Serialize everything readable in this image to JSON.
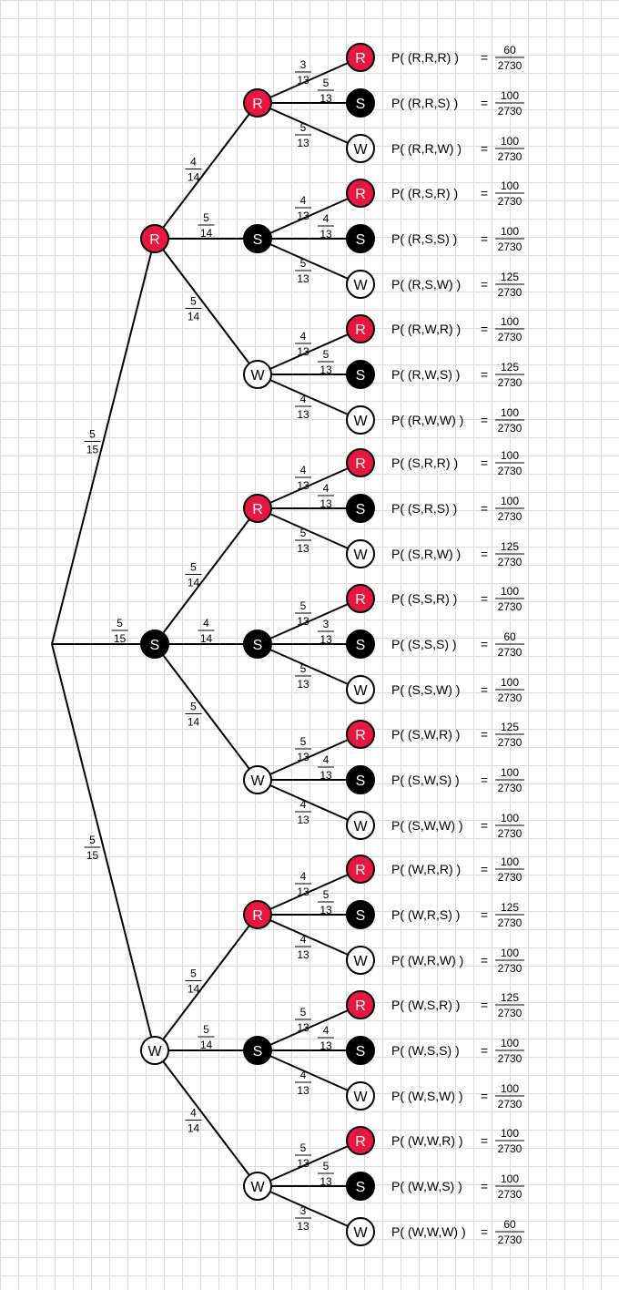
{
  "tree": {
    "root_probs": [
      "5/15",
      "5/15",
      "5/15"
    ],
    "colors": {
      "R": "#e8173f",
      "S": "#000000",
      "W": "#ffffff"
    },
    "branches": [
      {
        "label": "R",
        "prob": "5/15",
        "children": [
          {
            "label": "R",
            "prob": "4/14",
            "children": [
              {
                "label": "R",
                "prob": "3/13",
                "outcome": "P( (R,R,R) )",
                "result": "60/2730"
              },
              {
                "label": "S",
                "prob": "5/13",
                "outcome": "P( (R,R,S) )",
                "result": "100/2730"
              },
              {
                "label": "W",
                "prob": "5/13",
                "outcome": "P( (R,R,W) )",
                "result": "100/2730"
              }
            ]
          },
          {
            "label": "S",
            "prob": "5/14",
            "children": [
              {
                "label": "R",
                "prob": "4/13",
                "outcome": "P( (R,S,R) )",
                "result": "100/2730"
              },
              {
                "label": "S",
                "prob": "4/13",
                "outcome": "P( (R,S,S) )",
                "result": "100/2730"
              },
              {
                "label": "W",
                "prob": "5/13",
                "outcome": "P( (R,S,W) )",
                "result": "125/2730"
              }
            ]
          },
          {
            "label": "W",
            "prob": "5/14",
            "children": [
              {
                "label": "R",
                "prob": "4/13",
                "outcome": "P( (R,W,R) )",
                "result": "100/2730"
              },
              {
                "label": "S",
                "prob": "5/13",
                "outcome": "P( (R,W,S) )",
                "result": "125/2730"
              },
              {
                "label": "W",
                "prob": "4/13",
                "outcome": "P( (R,W,W) )",
                "result": "100/2730"
              }
            ]
          }
        ]
      },
      {
        "label": "S",
        "prob": "5/15",
        "children": [
          {
            "label": "R",
            "prob": "5/14",
            "children": [
              {
                "label": "R",
                "prob": "4/13",
                "outcome": "P( (S,R,R) )",
                "result": "100/2730"
              },
              {
                "label": "S",
                "prob": "4/13",
                "outcome": "P( (S,R,S) )",
                "result": "100/2730"
              },
              {
                "label": "W",
                "prob": "5/13",
                "outcome": "P( (S,R,W) )",
                "result": "125/2730"
              }
            ]
          },
          {
            "label": "S",
            "prob": "4/14",
            "children": [
              {
                "label": "R",
                "prob": "5/13",
                "outcome": "P( (S,S,R) )",
                "result": "100/2730"
              },
              {
                "label": "S",
                "prob": "3/13",
                "outcome": "P( (S,S,S) )",
                "result": "60/2730"
              },
              {
                "label": "W",
                "prob": "5/13",
                "outcome": "P( (S,S,W) )",
                "result": "100/2730"
              }
            ]
          },
          {
            "label": "W",
            "prob": "5/14",
            "children": [
              {
                "label": "R",
                "prob": "5/13",
                "outcome": "P( (S,W,R) )",
                "result": "125/2730"
              },
              {
                "label": "S",
                "prob": "4/13",
                "outcome": "P( (S,W,S) )",
                "result": "100/2730"
              },
              {
                "label": "W",
                "prob": "4/13",
                "outcome": "P( (S,W,W) )",
                "result": "100/2730"
              }
            ]
          }
        ]
      },
      {
        "label": "W",
        "prob": "5/15",
        "children": [
          {
            "label": "R",
            "prob": "5/14",
            "children": [
              {
                "label": "R",
                "prob": "4/13",
                "outcome": "P( (W,R,R) )",
                "result": "100/2730"
              },
              {
                "label": "S",
                "prob": "5/13",
                "outcome": "P( (W,R,S) )",
                "result": "125/2730"
              },
              {
                "label": "W",
                "prob": "4/13",
                "outcome": "P( (W,R,W) )",
                "result": "100/2730"
              }
            ]
          },
          {
            "label": "S",
            "prob": "5/14",
            "children": [
              {
                "label": "R",
                "prob": "5/13",
                "outcome": "P( (W,S,R) )",
                "result": "125/2730"
              },
              {
                "label": "S",
                "prob": "4/13",
                "outcome": "P( (W,S,S) )",
                "result": "100/2730"
              },
              {
                "label": "W",
                "prob": "4/13",
                "outcome": "P( (W,S,W) )",
                "result": "100/2730"
              }
            ]
          },
          {
            "label": "W",
            "prob": "4/14",
            "children": [
              {
                "label": "R",
                "prob": "5/13",
                "outcome": "P( (W,W,R) )",
                "result": "100/2730"
              },
              {
                "label": "S",
                "prob": "5/13",
                "outcome": "P( (W,W,S) )",
                "result": "100/2730"
              },
              {
                "label": "W",
                "prob": "3/13",
                "outcome": "P( (W,W,W) )",
                "result": "60/2730"
              }
            ]
          }
        ]
      }
    ]
  }
}
